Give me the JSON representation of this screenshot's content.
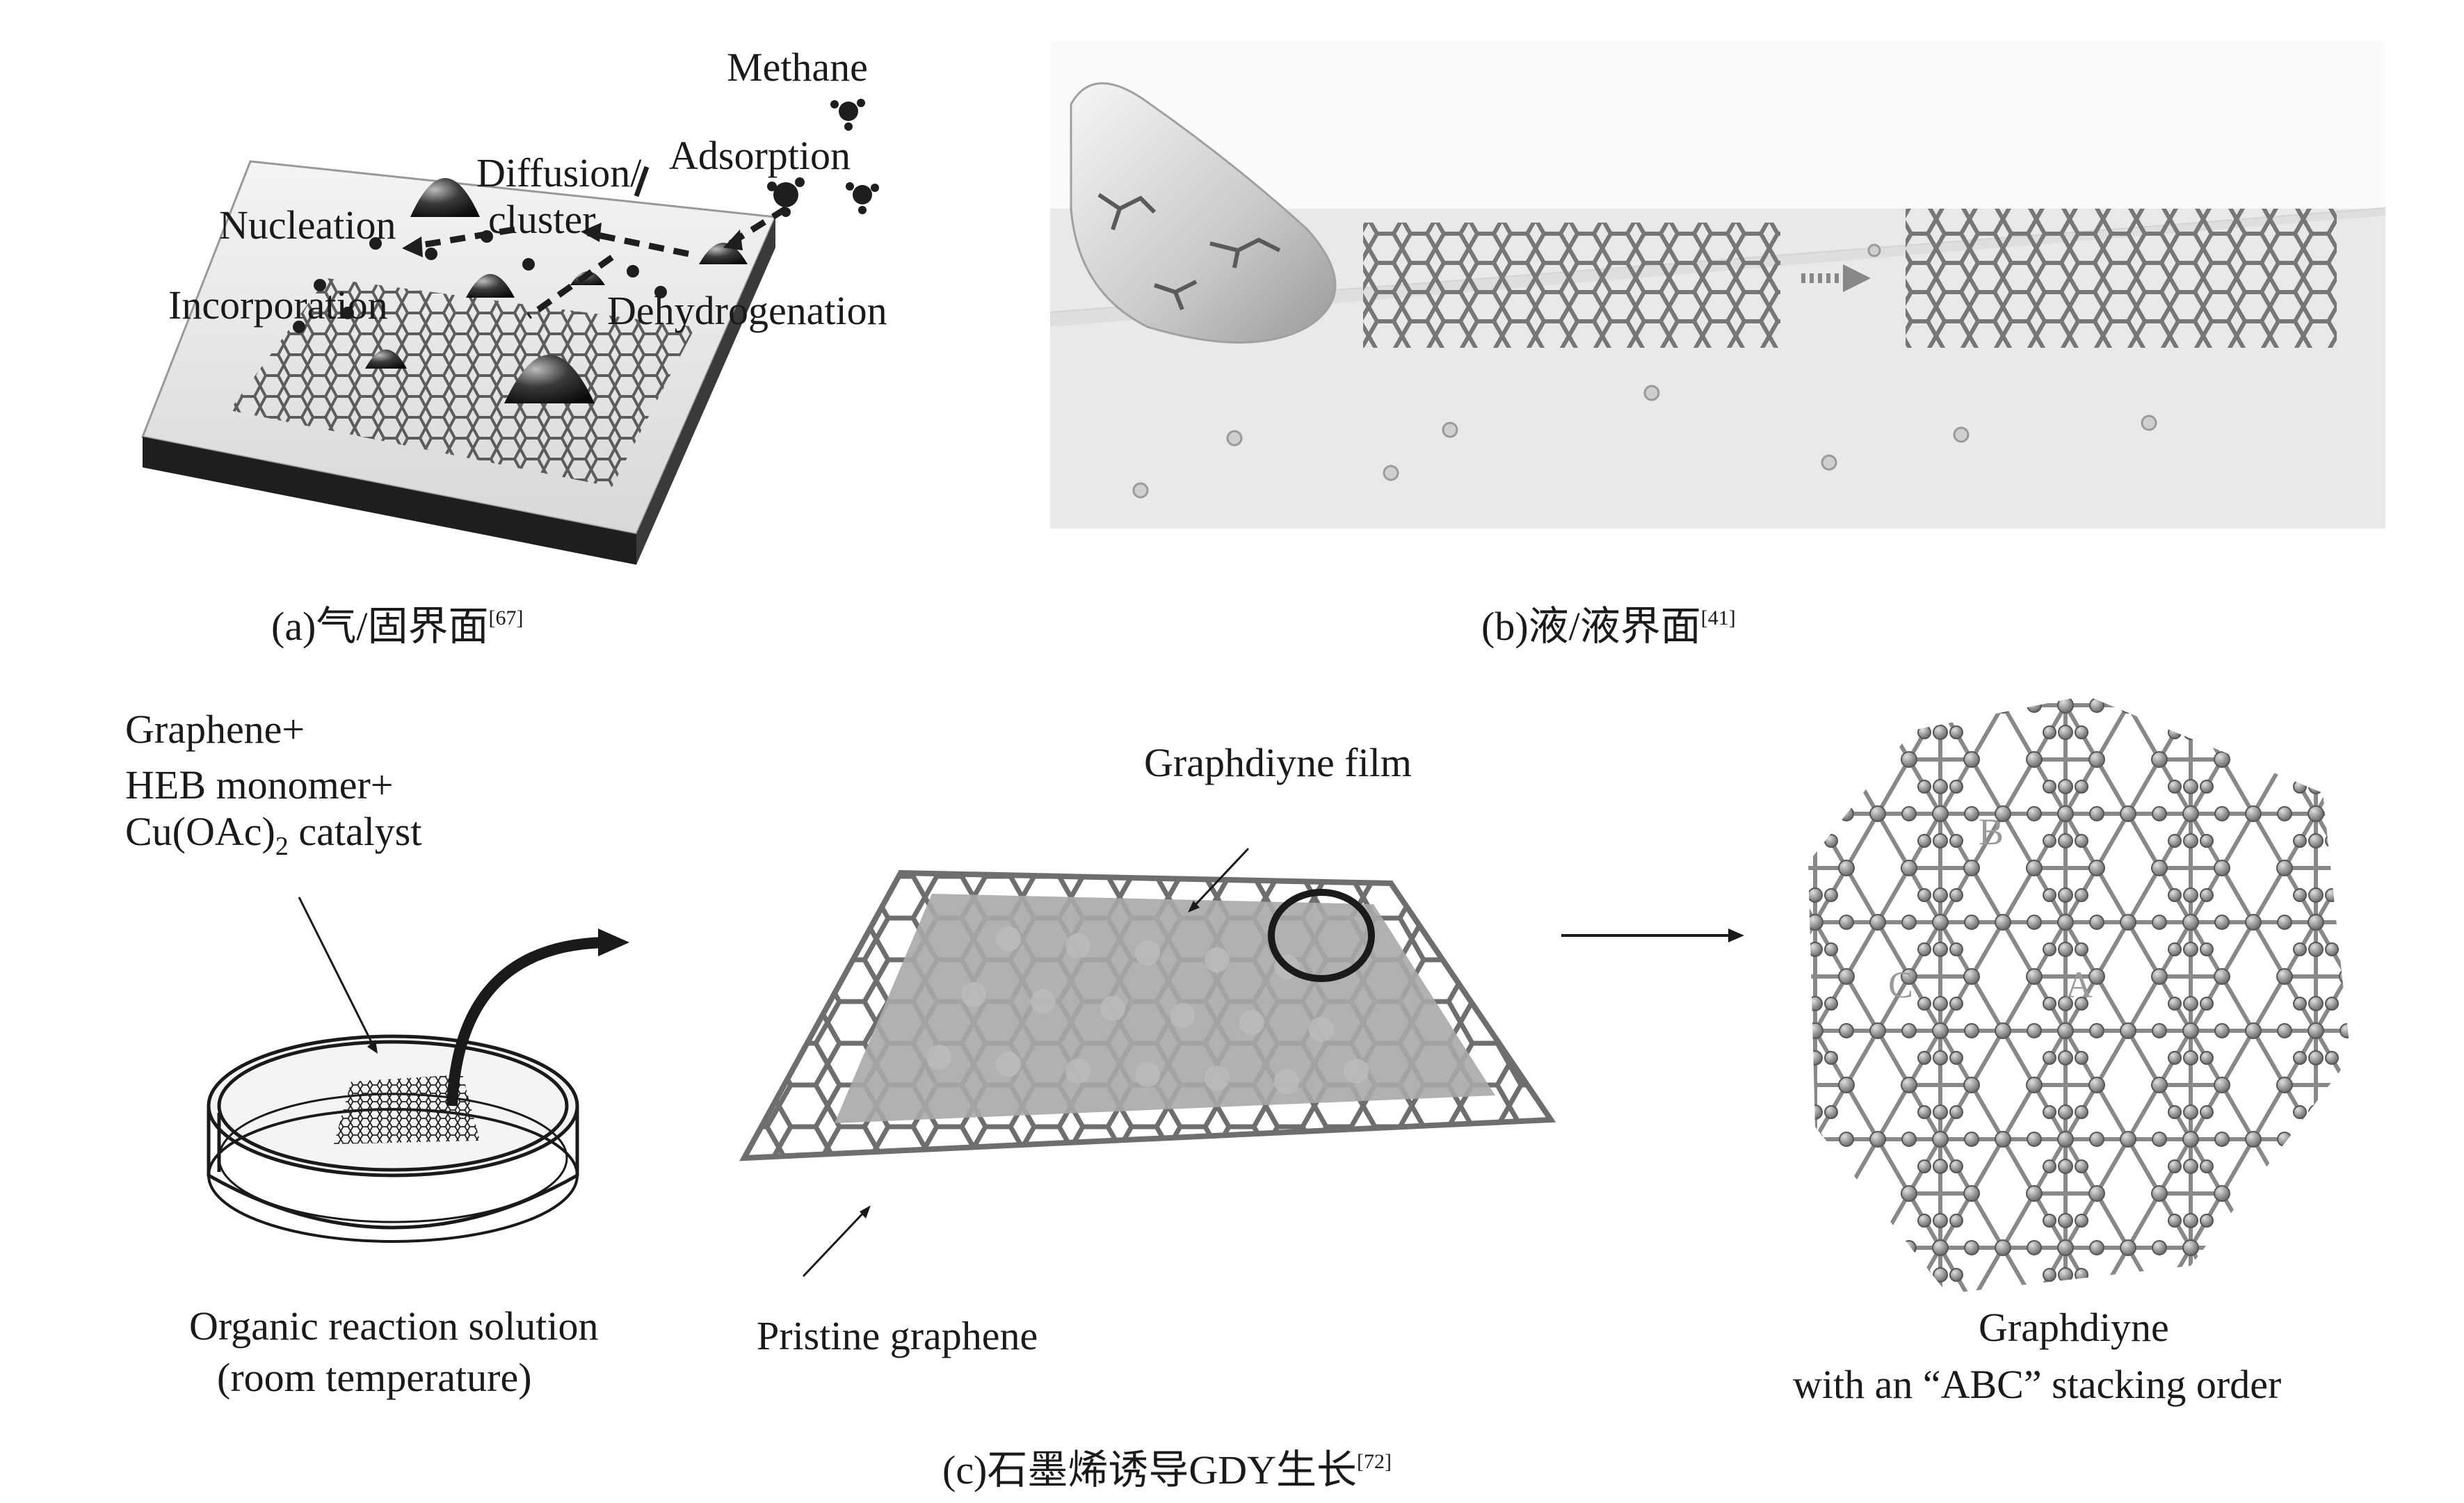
{
  "panel_a": {
    "caption_prefix": "(a)",
    "caption_text": "气/固界面",
    "caption_ref": "[67]",
    "labels": {
      "methane": "Methane",
      "adsorption": "Adsorption",
      "diffusion": "Diffusion/",
      "cluster": "cluster",
      "nucleation": "Nucleation",
      "incorporation": "Incorporation",
      "dehydrogenation": "Dehydrogenation"
    }
  },
  "panel_b": {
    "caption_prefix": "(b)",
    "caption_text": "液/液界面",
    "caption_ref": "[41]"
  },
  "panel_c": {
    "caption_prefix": "(c)",
    "caption_text": "石墨烯诱导GDY生长",
    "caption_ref": "[72]",
    "reagents_line1": "Graphene+",
    "reagents_line2": "HEB monomer+",
    "reagents_line3_main": "Cu(OAc)",
    "reagents_line3_sub": "2",
    "reagents_line3_tail": " catalyst",
    "solution_line1": "Organic reaction solution",
    "solution_line2": "(room temperature)",
    "film_label": "Graphdiyne film",
    "graphene_label": "Pristine graphene",
    "product_line1": "Graphdiyne",
    "product_line2": "with an “ABC” stacking order",
    "stack_labels": {
      "a": "A",
      "b": "B",
      "c": "C"
    }
  },
  "colors": {
    "ink": "#1a1a1a",
    "grey": "#8a8a8a",
    "tank": "#eeeeee"
  }
}
